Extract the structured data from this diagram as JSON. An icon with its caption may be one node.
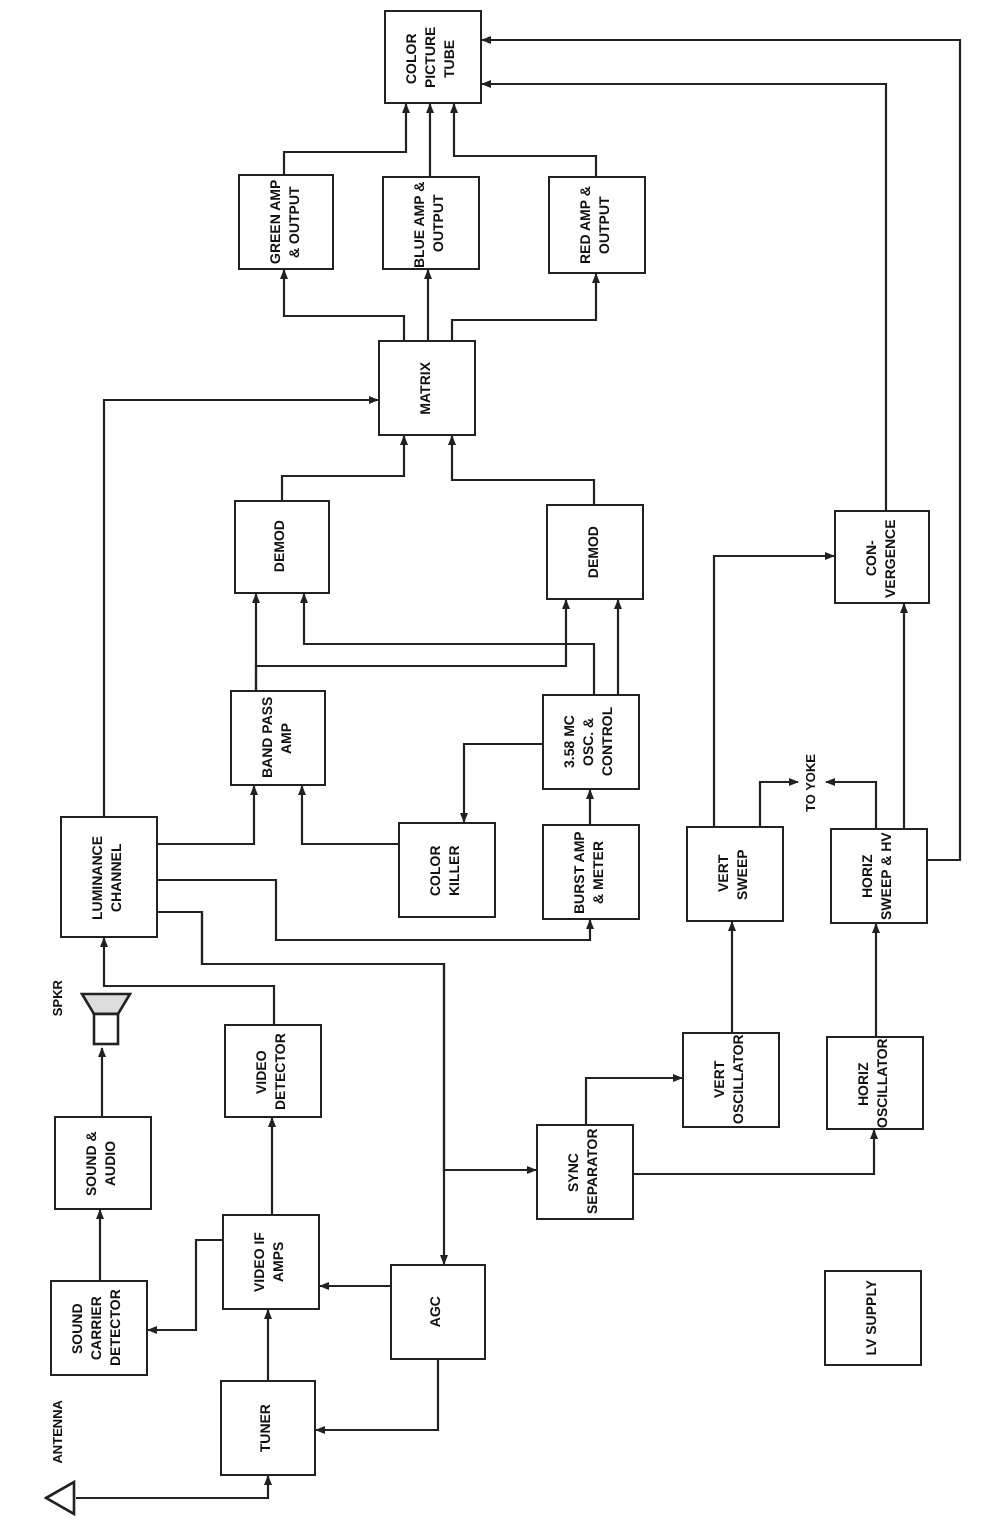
{
  "diagram": {
    "nodes": [
      {
        "text": [
          "COLOR PICTURE TUBE"
        ]
      },
      {
        "text": [
          "GREEN AMP & OUTPUT"
        ]
      },
      {
        "text": [
          "BLUE AMP & OUTPUT"
        ]
      },
      {
        "text": [
          "RED AMP & OUTPUT"
        ]
      },
      {
        "text": [
          "MATRIX"
        ]
      },
      {
        "text": [
          "DEMOD"
        ]
      },
      {
        "text": [
          "DEMOD"
        ]
      },
      {
        "text": [
          "CON- VERGENCE"
        ]
      },
      {
        "text": [
          "BAND PASS AMP"
        ]
      },
      {
        "text": [
          "3.58 MC OSC. & CONTROL"
        ]
      },
      {
        "text": [
          "TO YOKE"
        ]
      },
      {
        "text": [
          "COLOR KILLER"
        ]
      },
      {
        "text": [
          "BURST AMP & METER"
        ]
      },
      {
        "text": [
          "LUMINANCE CHANNEL"
        ]
      },
      {
        "text": [
          "VERT SWEEP"
        ]
      },
      {
        "text": [
          "HORIZ SWEEP & HV"
        ]
      },
      {
        "text": [],
        "shape": "speaker",
        "beside": [
          "SPKR"
        ]
      },
      {
        "text": [
          "VIDEO DETECTOR"
        ]
      },
      {
        "text": [
          "VERT OSCILLATOR"
        ]
      },
      {
        "text": [
          "HORIZ OSCILLATOR"
        ]
      },
      {
        "text": [
          "SOUND & AUDIO"
        ]
      },
      {
        "text": [
          "SYNC SEPARATOR"
        ]
      },
      {
        "text": [
          "VIDEO IF AMPS"
        ]
      },
      {
        "text": [
          "SOUND CARRIER DETECTOR"
        ]
      },
      {
        "text": [
          "AGC"
        ]
      },
      {
        "text": [
          "LV SUPPLY"
        ]
      },
      {
        "text": [
          "TUNER"
        ]
      },
      {
        "text": [],
        "shape": "antenna",
        "beside": [
          "ANTENNA"
        ]
      }
    ],
    "edges": [
      {
        "from": 27,
        "to": 26,
        "arrow": "to"
      },
      {
        "from": 26,
        "to": 22,
        "arrow": "to"
      },
      {
        "from": 24,
        "to": 26,
        "arrow": "to"
      },
      {
        "from": 24,
        "to": 22,
        "arrow": "to"
      },
      {
        "from": 22,
        "to": 23,
        "arrow": "to"
      },
      {
        "from": 23,
        "to": 20,
        "arrow": "to"
      },
      {
        "from": 20,
        "to": 16,
        "arrow": "to"
      },
      {
        "from": 22,
        "to": 17,
        "arrow": "to"
      },
      {
        "from": 17,
        "to": 13,
        "arrow": "to"
      },
      {
        "from": 13,
        "to": 24,
        "arrow": "to"
      },
      {
        "from": 13,
        "to": 21,
        "arrow": "to"
      },
      {
        "from": 13,
        "to": 8,
        "arrow": "to"
      },
      {
        "from": 13,
        "to": 12,
        "arrow": "to"
      },
      {
        "from": 13,
        "to": 4,
        "arrow": "to"
      },
      {
        "from": 11,
        "to": 8,
        "arrow": "to"
      },
      {
        "from": 12,
        "to": 9,
        "arrow": "to"
      },
      {
        "from": 9,
        "to": 11,
        "arrow": "to"
      },
      {
        "from": 8,
        "to": 5,
        "arrow": "to"
      },
      {
        "from": 8,
        "to": 6,
        "arrow": "to"
      },
      {
        "from": 9,
        "to": 5,
        "arrow": "to"
      },
      {
        "from": 9,
        "to": 6,
        "arrow": "to"
      },
      {
        "from": 5,
        "to": 4,
        "arrow": "to"
      },
      {
        "from": 6,
        "to": 4,
        "arrow": "to"
      },
      {
        "from": 4,
        "to": 1,
        "arrow": "to"
      },
      {
        "from": 4,
        "to": 2,
        "arrow": "to"
      },
      {
        "from": 4,
        "to": 3,
        "arrow": "to"
      },
      {
        "from": 1,
        "to": 0,
        "arrow": "to"
      },
      {
        "from": 2,
        "to": 0,
        "arrow": "to"
      },
      {
        "from": 3,
        "to": 0,
        "arrow": "to"
      },
      {
        "from": 7,
        "to": 0,
        "arrow": "to"
      },
      {
        "from": 15,
        "to": 0,
        "arrow": "to"
      },
      {
        "from": 14,
        "to": 7,
        "arrow": "to"
      },
      {
        "from": 15,
        "to": 7,
        "arrow": "to"
      },
      {
        "from": 14,
        "to": 10,
        "arrow": "to"
      },
      {
        "from": 15,
        "to": 10,
        "arrow": "to"
      },
      {
        "from": 21,
        "to": 18,
        "arrow": "to"
      },
      {
        "from": 21,
        "to": 19,
        "arrow": "to"
      },
      {
        "from": 18,
        "to": 14,
        "arrow": "to"
      },
      {
        "from": 19,
        "to": 15,
        "arrow": "to"
      }
    ]
  }
}
